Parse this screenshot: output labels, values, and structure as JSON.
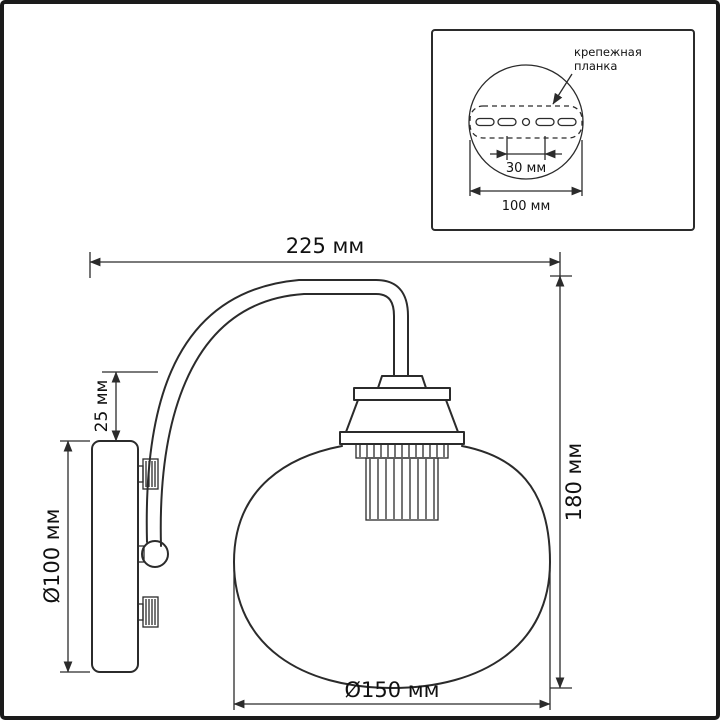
{
  "drawing": {
    "kind": "wall-lamp dimension diagram"
  },
  "main_dimensions": {
    "width": "225 мм",
    "height": "180 мм",
    "offset": "25 мм",
    "plate_diameter": "Ø100 мм",
    "shade_diameter": "Ø150 мм"
  },
  "inset": {
    "callout_line1": "крепежная",
    "callout_line2": "планка",
    "slot_spacing": "30 мм",
    "plate_width": "100 мм"
  },
  "colors": {
    "line": "#2b2b2b",
    "background": "#ffffff",
    "frame": "#1b1b1b"
  }
}
